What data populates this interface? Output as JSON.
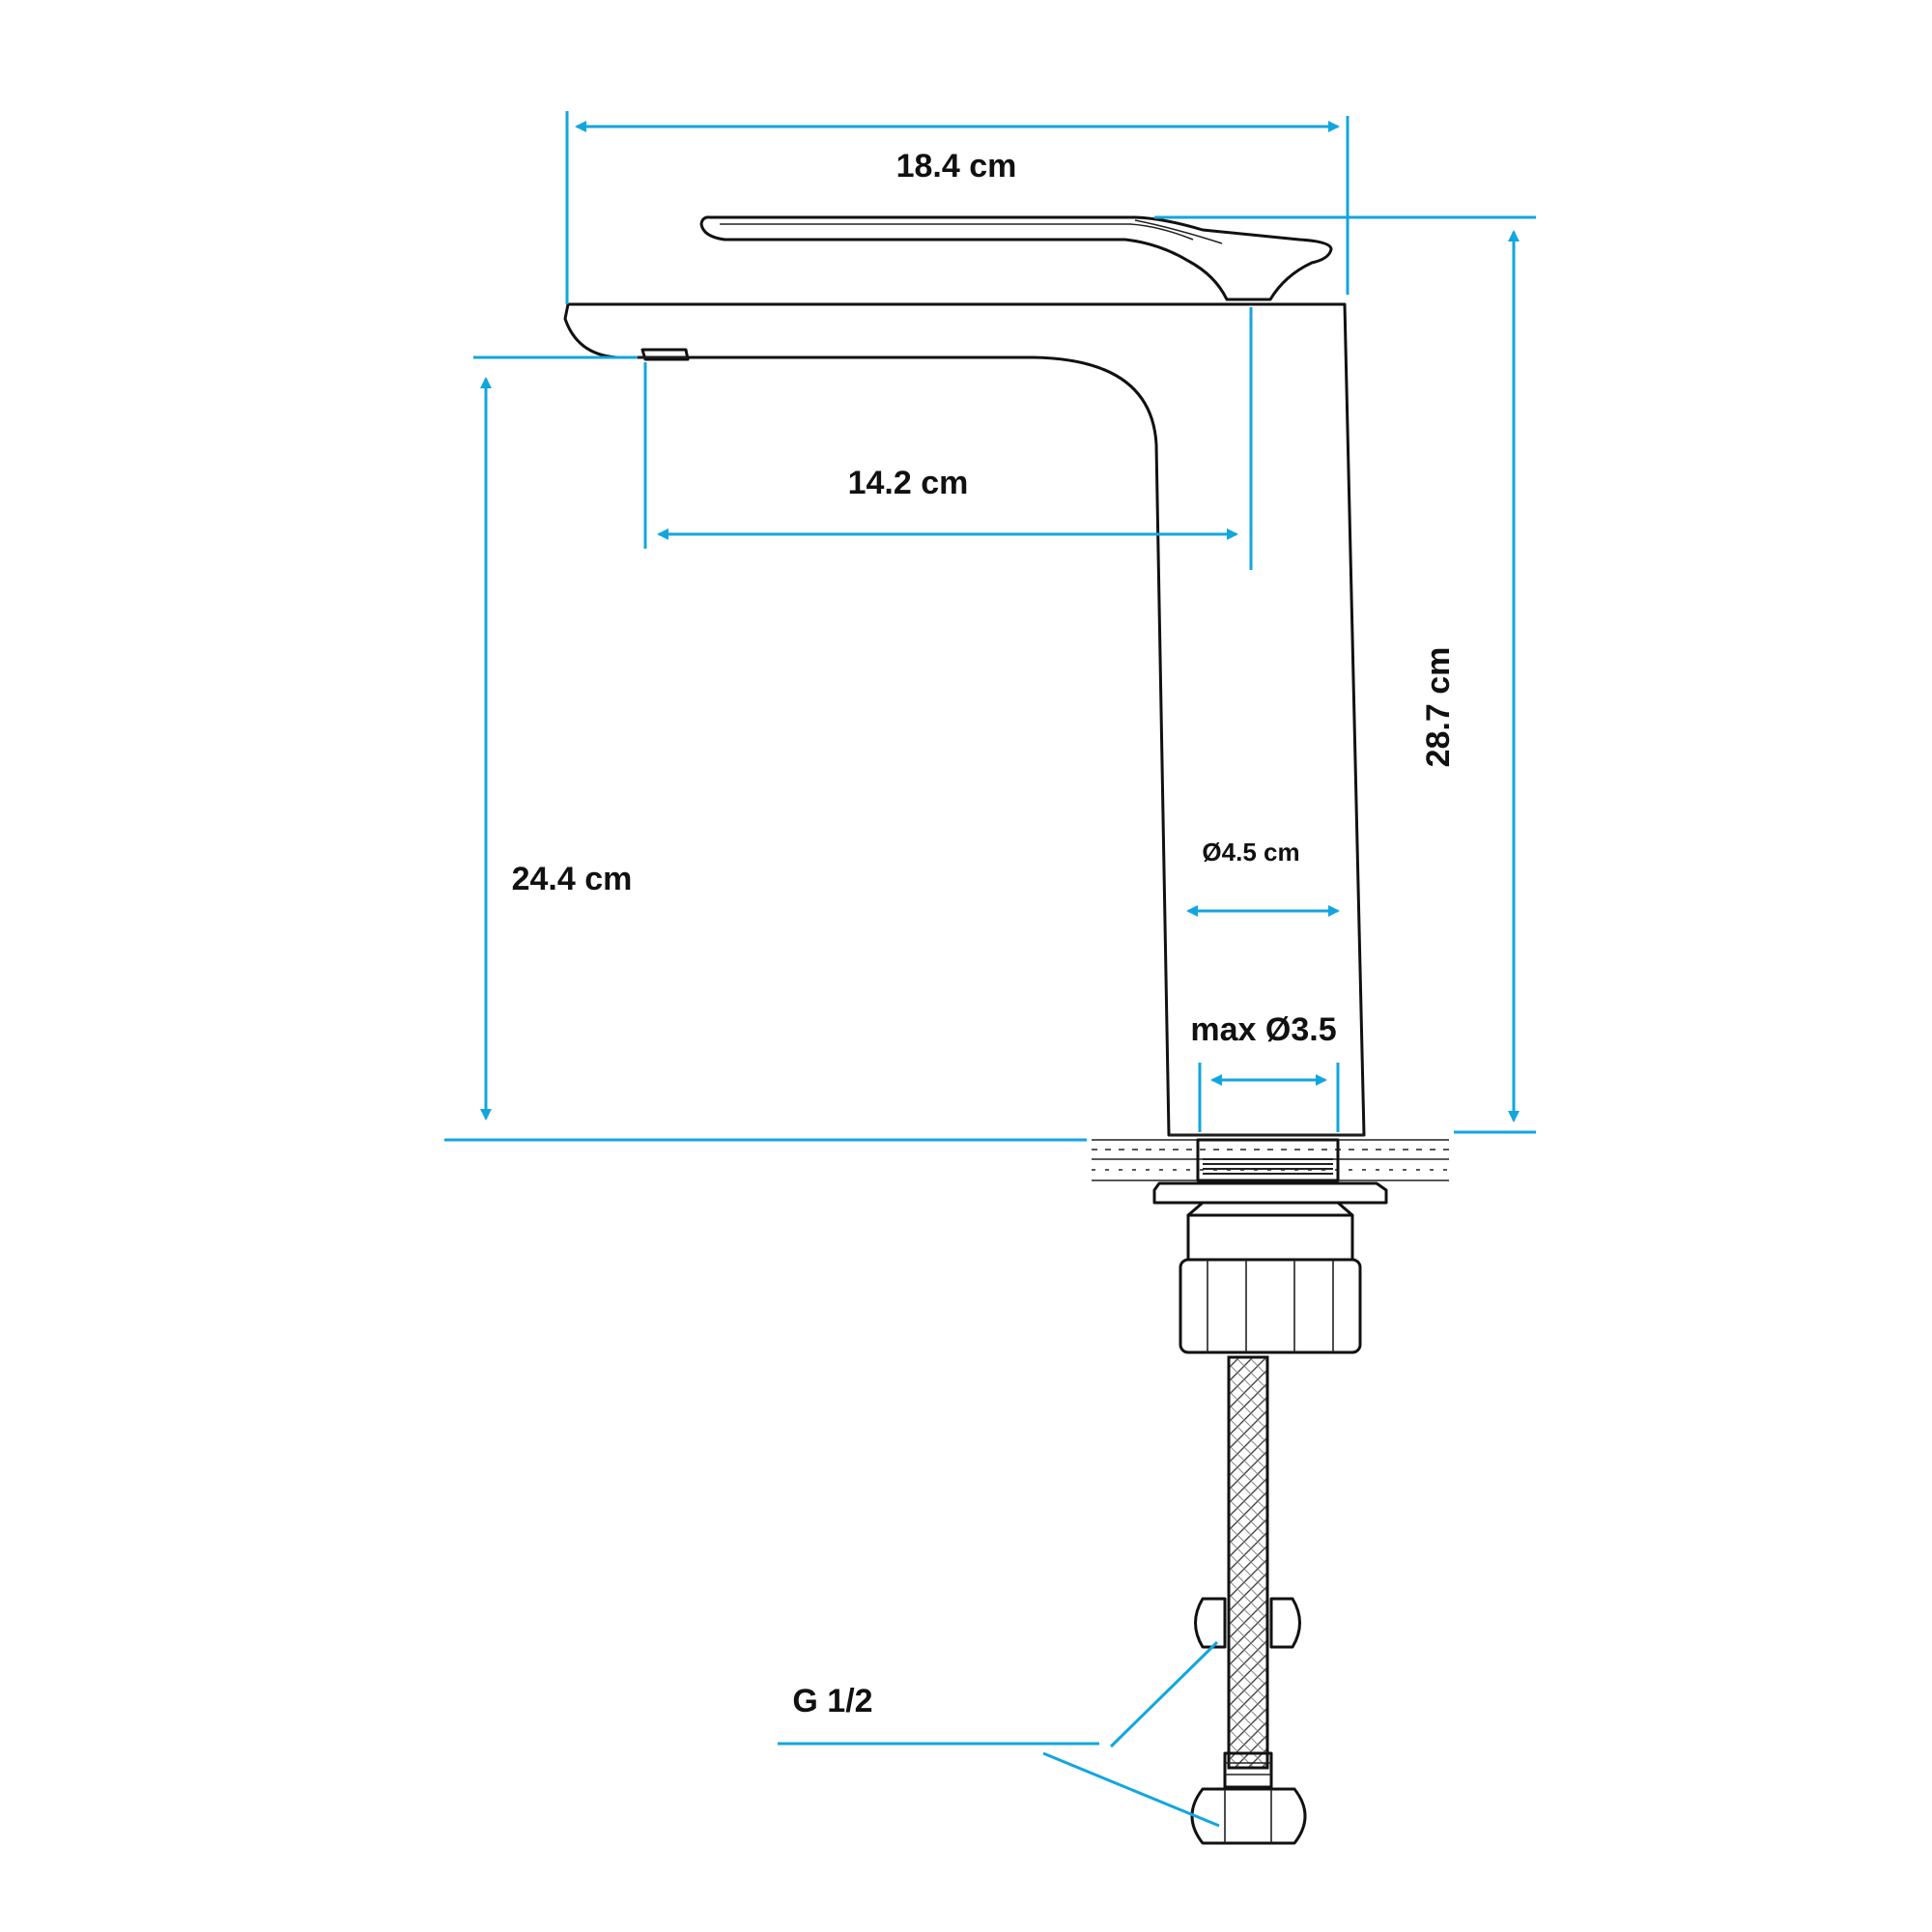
{
  "colors": {
    "dimension": "#12a6df",
    "outline": "#111111",
    "background": "#ffffff"
  },
  "dimensions": {
    "overall_length": "18.4 cm",
    "spout_reach": "14.2 cm",
    "total_height": "28.7 cm",
    "spout_height": "24.4 cm",
    "body_diameter": "Ø4.5 cm",
    "max_hole_diameter": "max Ø3.5",
    "connection_thread": "G 1/2"
  }
}
